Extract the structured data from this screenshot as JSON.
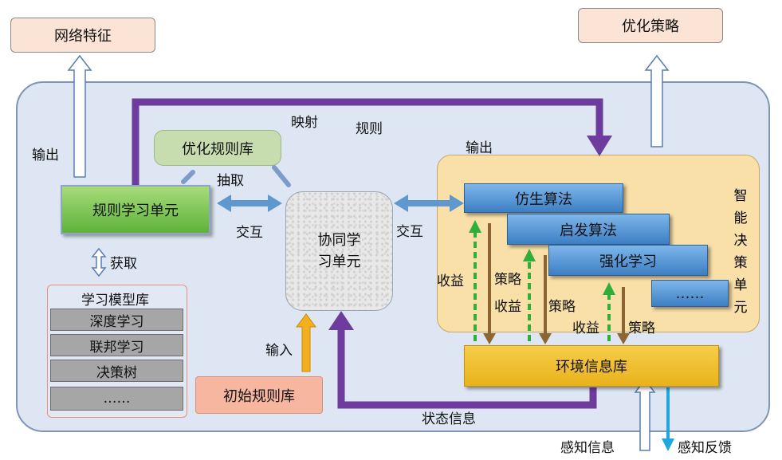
{
  "boxes": {
    "network_features": "网络特征",
    "optimization_strategy": "优化策略",
    "rule_learning_unit": "规则学习单元",
    "optimized_rule_library": "优化规则库",
    "collaborative_unit_line1": "协同学",
    "collaborative_unit_line2": "习单元",
    "initial_rule_library": "初始规则库",
    "environment_info_library": "环境信息库"
  },
  "model_library": {
    "title": "学习模型库",
    "items": [
      "深度学习",
      "联邦学习",
      "决策树",
      "……"
    ]
  },
  "algorithms": [
    "仿生算法",
    "启发算法",
    "强化学习",
    "……"
  ],
  "decision_unit_vertical": [
    "智",
    "能",
    "决",
    "策",
    "单",
    "元"
  ],
  "labels": {
    "output_left": "输出",
    "mapping": "映射",
    "rules": "规则",
    "output_right": "输出",
    "extract": "抽取",
    "interact_left": "交互",
    "interact_right": "交互",
    "acquire": "获取",
    "input": "输入",
    "state_info": "状态信息",
    "perception_info": "感知信息",
    "perception_feedback": "感知反馈",
    "reward1": "收益",
    "strategy1": "策略",
    "reward2": "收益",
    "strategy2": "策略",
    "reward3": "收益",
    "strategy3": "策略"
  },
  "colors": {
    "background_panel": "#dde6f2",
    "decision_panel": "#f9dfa8",
    "rule_flow_arrow": "#6d3c9c",
    "interaction_arrow": "#5e98cf",
    "reward_arrow": "#2fae3a",
    "strategy_arrow": "#8c6530",
    "input_arrow": "#f2b021",
    "feedback_arrow": "#1ea8df"
  }
}
